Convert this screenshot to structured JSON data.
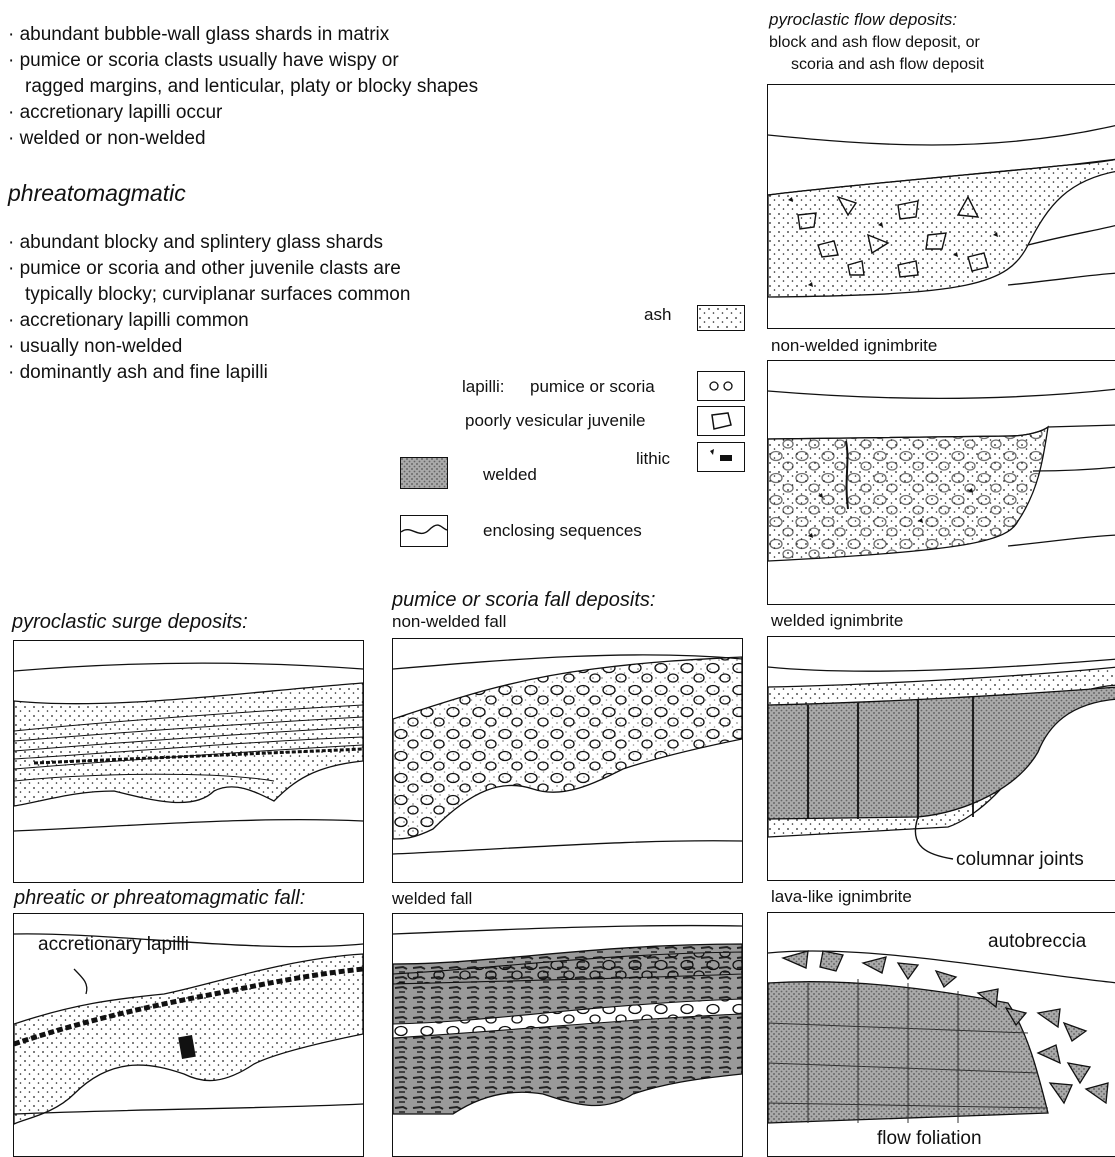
{
  "intro_bullets": [
    "abundant bubble-wall glass shards in matrix",
    "pumice or scoria clasts usually have wispy or",
    "ragged margins, and lenticular, platy or blocky shapes",
    "accretionary lapilli occur",
    "welded or non-welded"
  ],
  "phreato_heading": "phreatomagmatic",
  "phreato_bullets": [
    "abundant blocky and splintery glass shards",
    "pumice or scoria and other juvenile clasts are",
    "typically blocky; curviplanar surfaces common",
    "accretionary lapilli common",
    "usually non-welded",
    "dominantly ash and fine lapilli"
  ],
  "legend": {
    "ash": "ash",
    "lapilli_prefix": "lapilli:",
    "pumice": "pumice or scoria",
    "poorly_vesicular": "poorly vesicular juvenile",
    "lithic": "lithic",
    "welded": "welded",
    "enclosing": "enclosing sequences"
  },
  "flow_title": "pyroclastic flow deposits:",
  "flow_subtitle_1": "block and ash flow deposit, or",
  "flow_subtitle_2": "scoria and ash flow deposit",
  "nonwelded_ign": "non-welded ignimbrite",
  "welded_ign": "welded ignimbrite",
  "columnar_joints": "columnar joints",
  "lavalike_ign": "lava-like ignimbrite",
  "autobreccia": "autobreccia",
  "flow_foliation": "flow foliation",
  "surge_title": "pyroclastic surge deposits:",
  "fall_title": "pumice or scoria fall deposits:",
  "nonwelded_fall": "non-welded fall",
  "welded_fall": "welded fall",
  "phreatic_title": "phreatic or phreatomagmatic fall:",
  "accretionary_lapilli": "accretionary lapilli"
}
